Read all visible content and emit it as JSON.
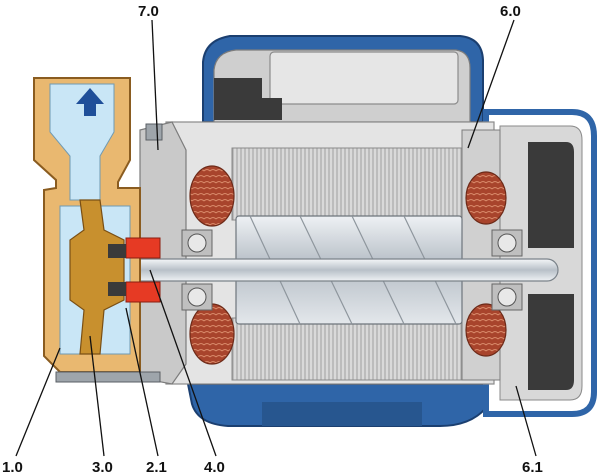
{
  "callouts": {
    "c70": "7.0",
    "c60": "6.0",
    "c10": "1.0",
    "c30": "3.0",
    "c21": "2.1",
    "c40": "4.0",
    "c61": "6.1"
  },
  "colors": {
    "motor_body_blue": "#2f65a8",
    "pump_brass": "#e9b870",
    "water_light_blue": "#c9e6f6",
    "rotor_silver": "#d7dde3",
    "winding_copper": "#a8442c",
    "seal_red": "#e63a24",
    "housing_grey": "#d6d6d6",
    "flow_arrow": "#1f4f99"
  },
  "icons": {
    "flow_direction": "arrow-up-icon"
  }
}
